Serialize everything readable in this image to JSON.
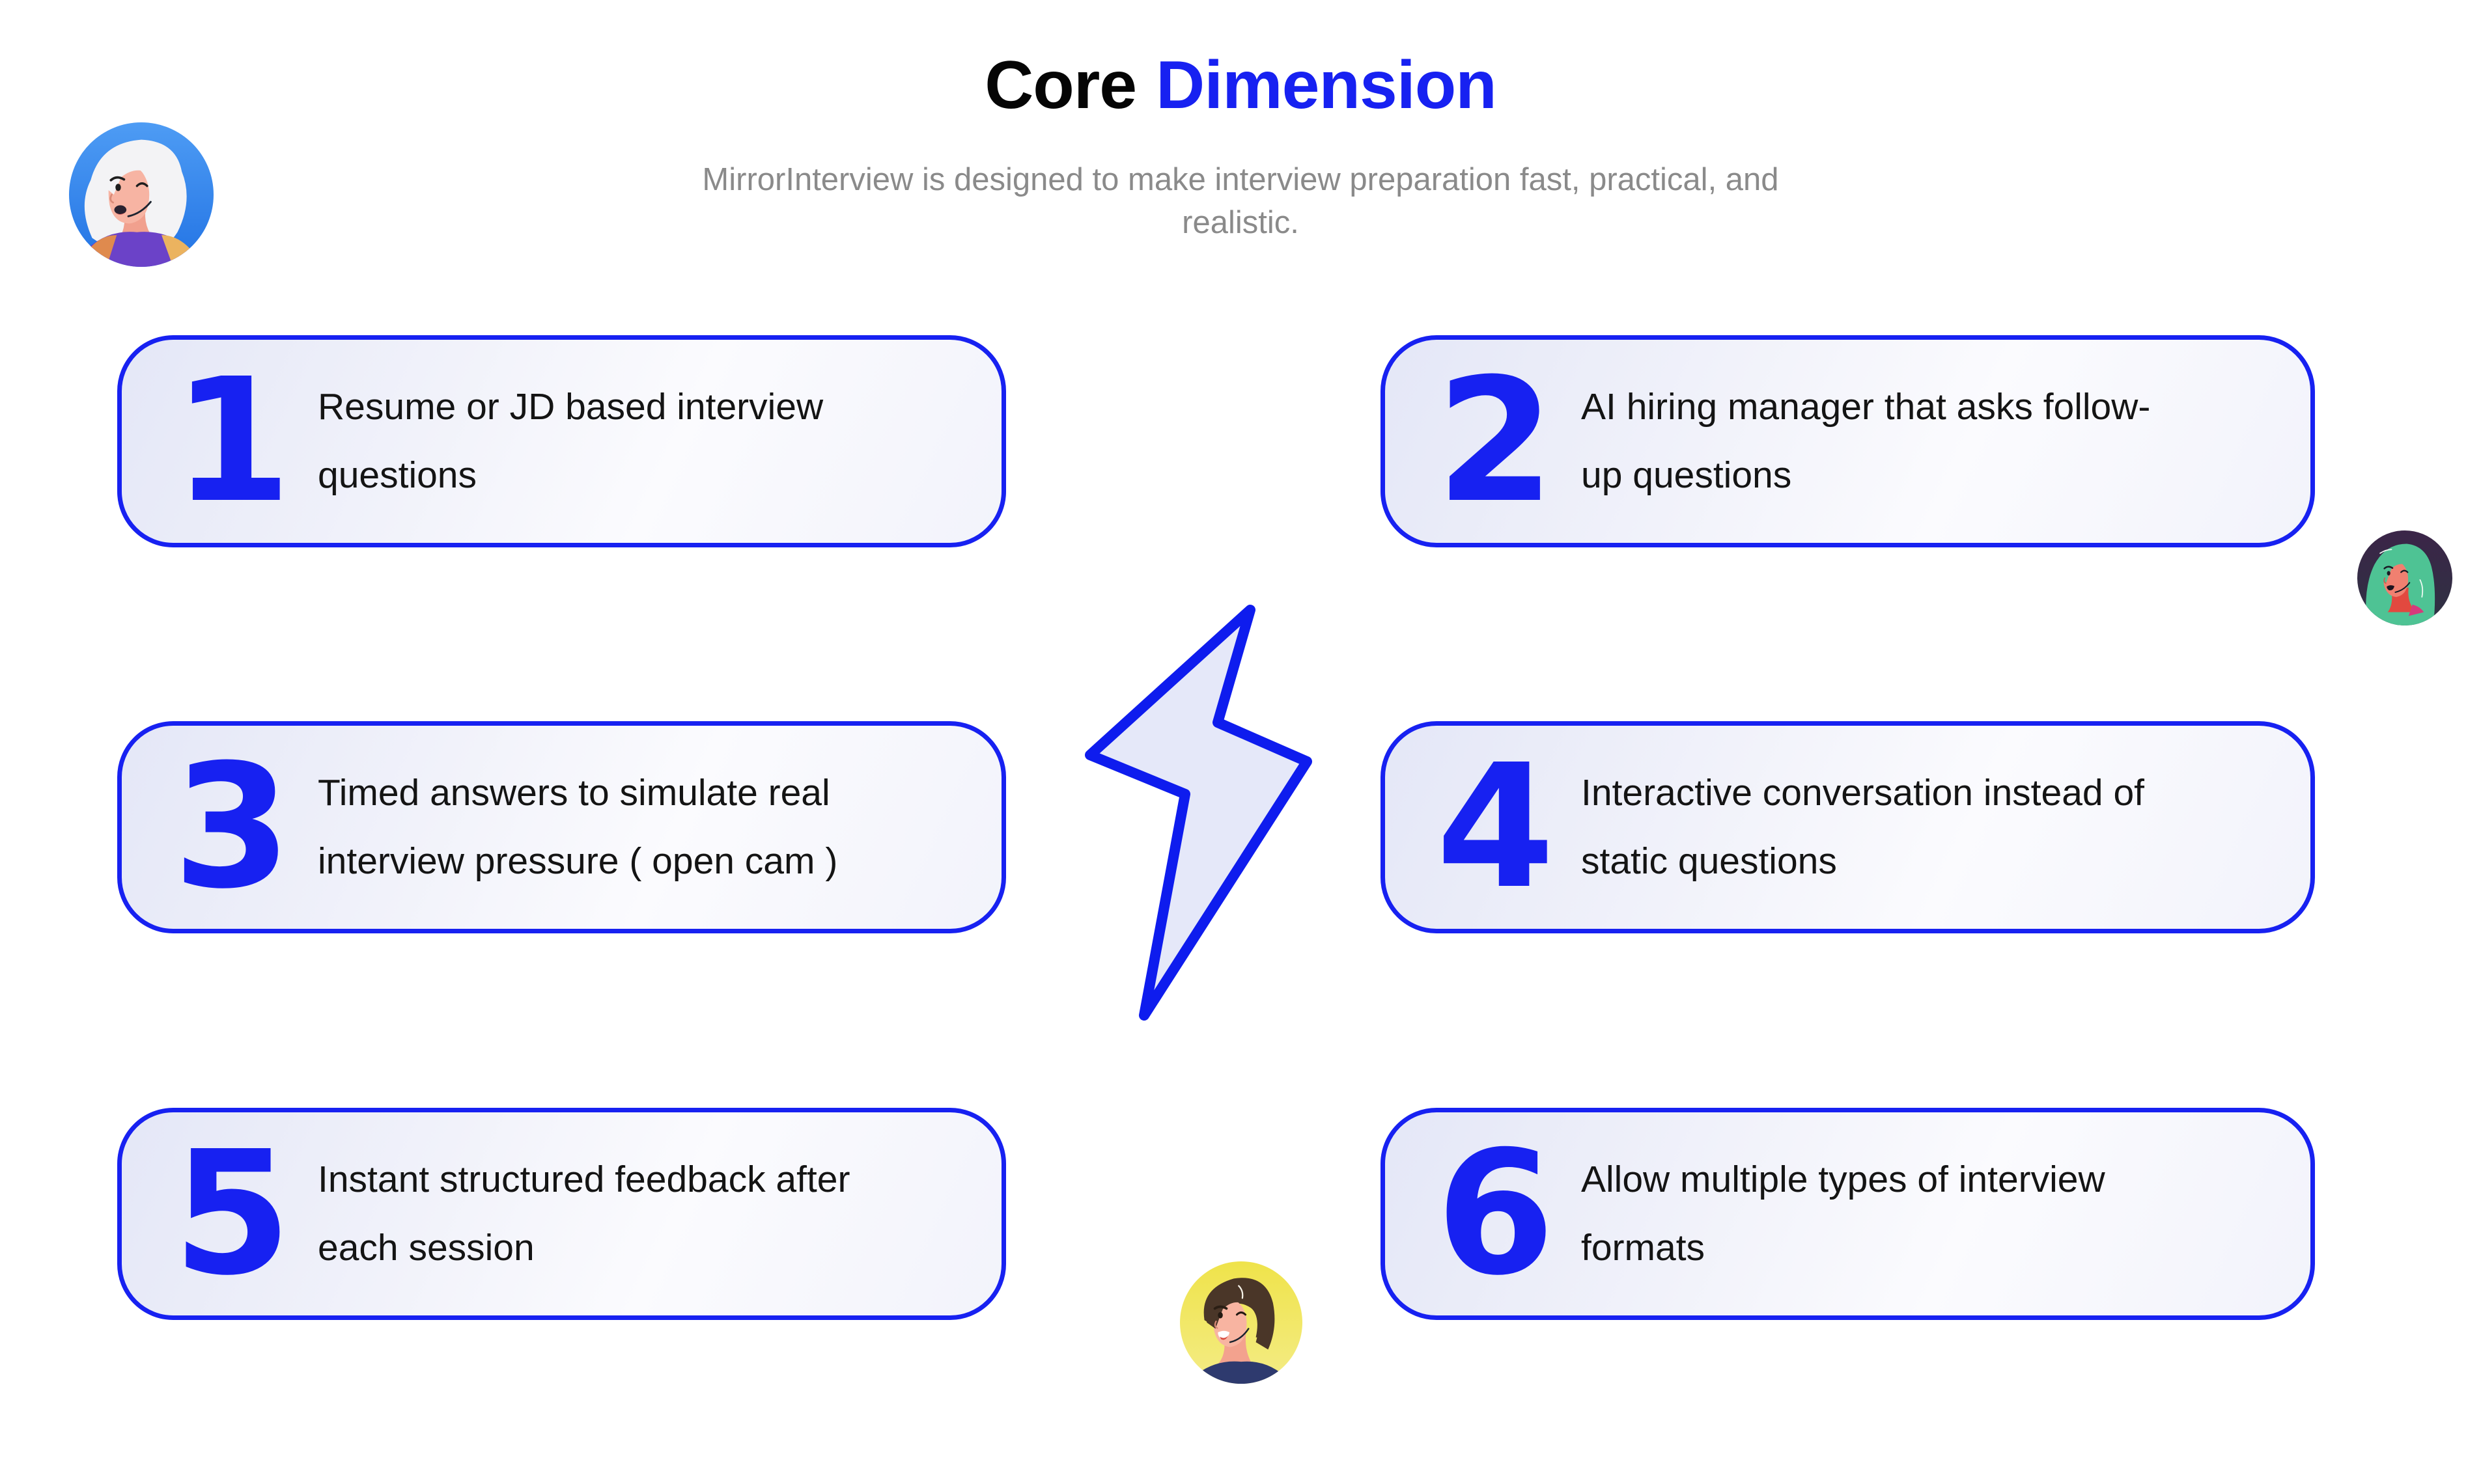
{
  "header": {
    "title_black": "Core",
    "title_blue": "Dimension",
    "subtitle_line1": "MirrorInterview is designed to make interview preparation fast, practical, and",
    "subtitle_line2": "realistic."
  },
  "cards": [
    {
      "number": "1",
      "lines": [
        "Resume or JD based interview",
        "questions"
      ]
    },
    {
      "number": "2",
      "lines": [
        "AI hiring manager that asks follow-",
        "up questions"
      ]
    },
    {
      "number": "3",
      "lines": [
        "Timed answers to simulate real",
        "interview pressure ( open cam )"
      ]
    },
    {
      "number": "4",
      "lines": [
        "Interactive conversation instead of",
        "static questions"
      ]
    },
    {
      "number": "5",
      "lines": [
        "Instant structured feedback after",
        "each session"
      ]
    },
    {
      "number": "6",
      "lines": [
        "Allow multiple types of interview",
        "formats"
      ]
    }
  ],
  "icons": {
    "center": "lightning-bolt-icon"
  },
  "avatars": [
    "white-hair-woman-on-blue-circle",
    "green-hair-woman-on-dark-circle",
    "brown-hair-man-on-yellow-circle"
  ],
  "colors": {
    "accent_blue": "#1721F1",
    "card_border": "#1721F1",
    "bolt_stroke": "#0E1CEE",
    "bolt_fill": "#E5E8F9",
    "card_text": "#141414",
    "subtitle_gray": "#8A8A8A",
    "title_black": "#050505",
    "background": "#FFFFFF"
  }
}
